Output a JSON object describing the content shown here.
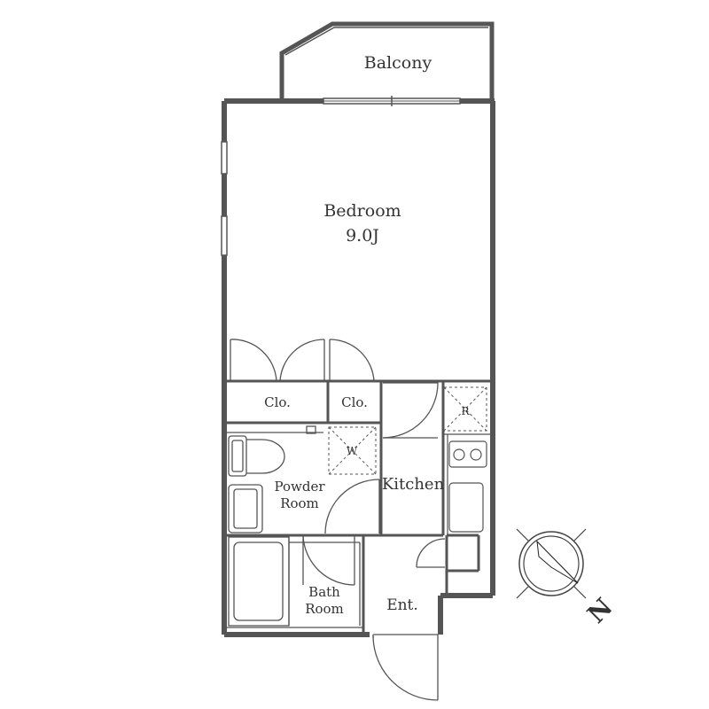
{
  "rooms": {
    "balcony": "Balcony",
    "bedroom": "Bedroom",
    "bedroom_size": "9.0J",
    "closet_left": "Clo.",
    "closet_right": "Clo.",
    "refrigerator": "R",
    "washer": "W",
    "kitchen": "Kitchen",
    "powder_line1": "Powder",
    "powder_line2": "Room",
    "bath_line1": "Bath",
    "bath_line2": "Room",
    "entrance": "Ent."
  },
  "compass": {
    "north_label": "N"
  },
  "colors": {
    "wall": "#555555",
    "line": "#444444",
    "text": "#333333"
  }
}
